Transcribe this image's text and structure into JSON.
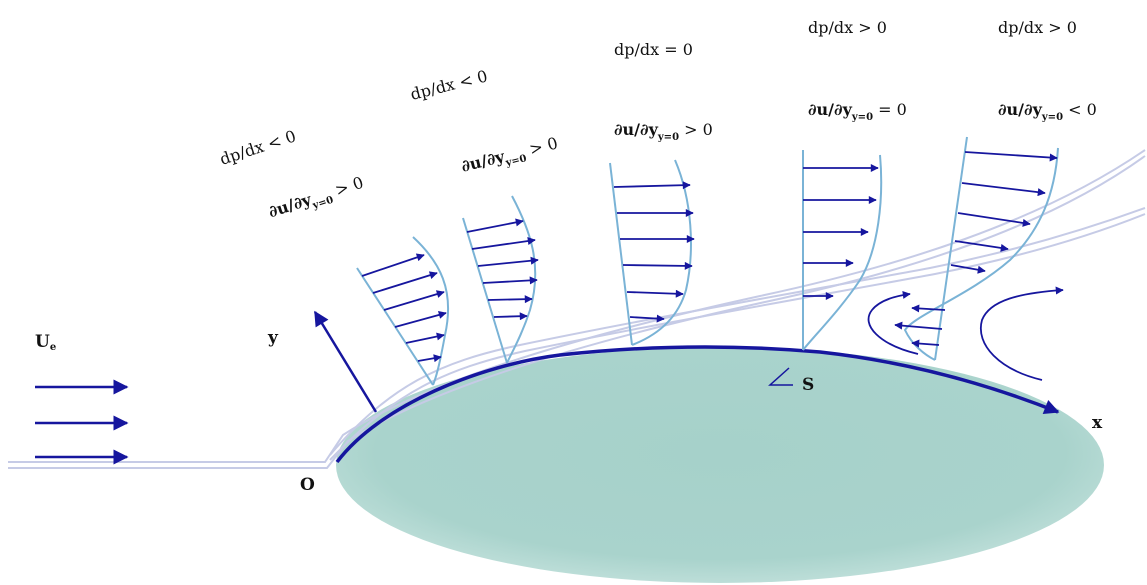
{
  "labels": {
    "free_stream": "U",
    "free_stream_sub": "e",
    "origin": "O",
    "x_axis": "x",
    "y_axis": "y",
    "separation": "S"
  },
  "stations": [
    {
      "grad": "dp/dx",
      "grad_op": "< 0",
      "shear": "∂u/∂y",
      "shear_sub": "y=0",
      "shear_op": "> 0",
      "profile": "favorable"
    },
    {
      "grad": "dp/dx",
      "grad_op": "< 0",
      "shear": "∂u/∂y",
      "shear_sub": "y=0",
      "shear_op": "> 0",
      "profile": "favorable"
    },
    {
      "grad": "dp/dx",
      "grad_op": "= 0",
      "shear": "∂u/∂y",
      "shear_sub": "y=0",
      "shear_op": "> 0",
      "profile": "zero-gradient"
    },
    {
      "grad": "dp/dx",
      "grad_op": "> 0",
      "shear": "∂u/∂y",
      "shear_sub": "y=0",
      "shear_op": "= 0",
      "profile": "separation"
    },
    {
      "grad": "dp/dx",
      "grad_op": "> 0",
      "shear": "∂u/∂y",
      "shear_sub": "y=0",
      "shear_op": "< 0",
      "profile": "reversed"
    }
  ],
  "colors": {
    "body_fill": "#a9d3cc",
    "arrow": "#16169e",
    "profile_line": "#7ab3d6",
    "streamline": "#c6cbe6"
  }
}
